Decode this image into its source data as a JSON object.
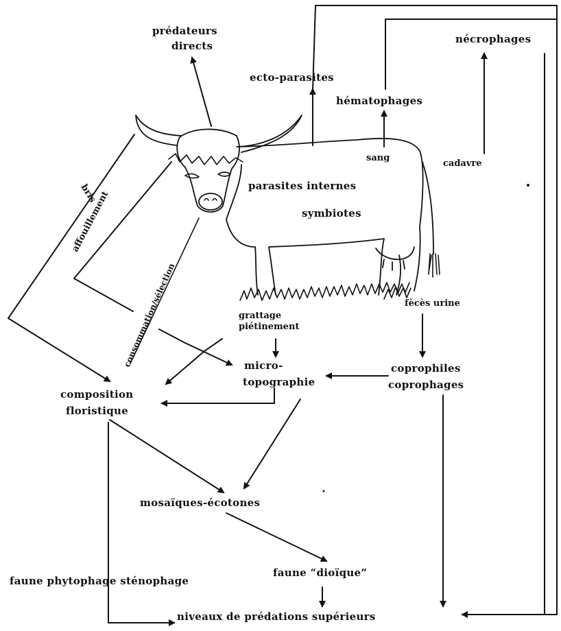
{
  "labels": {
    "predateurs_1": "prédateurs",
    "predateurs_2": "directs",
    "ecto": "ecto-parasites",
    "hemato": "hématophages",
    "necro": "nécrophages",
    "sang": "sang",
    "cadavre": "cadavre",
    "parasites": "parasites internes",
    "symbiotes": "symbiotes",
    "bris": "bris",
    "affouillement": "affouillement",
    "consommation": "consommation/sélection",
    "grattage": "grattage",
    "pietinement": "piétinement",
    "feces": "fècès urine",
    "micro_1": "micro-",
    "micro_2": "topographie",
    "copro_1": "coprophiles",
    "copro_2": "coprophages",
    "compo_1": "composition",
    "compo_2": "floristique",
    "mosaiques": "mosaïques-écotones",
    "faune_phyto": "faune phytophage sténophage",
    "faune_dioique": "faune “dioïque”",
    "niveaux": "niveaux de prédations supérieurs"
  }
}
